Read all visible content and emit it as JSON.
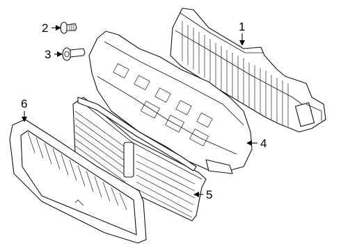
{
  "callouts": [
    {
      "id": "1",
      "label": "1"
    },
    {
      "id": "2",
      "label": "2"
    },
    {
      "id": "3",
      "label": "3"
    },
    {
      "id": "4",
      "label": "4"
    },
    {
      "id": "5",
      "label": "5"
    },
    {
      "id": "6",
      "label": "6"
    }
  ],
  "parts": [
    {
      "callout": "1",
      "kind": "upper shutter frame"
    },
    {
      "callout": "2",
      "kind": "screw"
    },
    {
      "callout": "3",
      "kind": "bolt"
    },
    {
      "callout": "4",
      "kind": "radiator support deflector"
    },
    {
      "callout": "5",
      "kind": "lower shutter louvers"
    },
    {
      "callout": "6",
      "kind": "grille"
    }
  ]
}
